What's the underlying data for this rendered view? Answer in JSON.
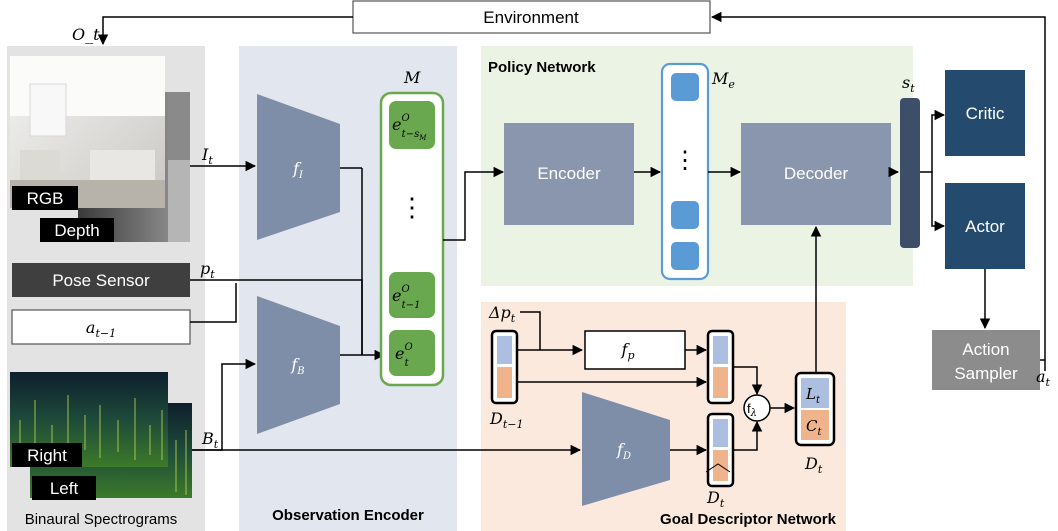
{
  "environment": {
    "label": "Environment"
  },
  "observation": {
    "o_t": "O_t",
    "rgb_label": "RGB",
    "depth_label": "Depth",
    "i_t": "I_t",
    "pose_sensor": "Pose Sensor",
    "p_t": "p_t",
    "a_t_minus_1": "a_{t−1}",
    "right_label": "Right",
    "left_label": "Left",
    "b_t": "B_t",
    "binaural_caption": "Binaural Spectrograms"
  },
  "observation_encoder": {
    "title": "Observation Encoder",
    "f_i": "f_I",
    "f_b": "f_B",
    "memory_label": "M",
    "e_top": "e^O_{t−s_M}",
    "dots": "⋮",
    "e_prev": "e^O_{t−1}",
    "e_cur": "e^O_t"
  },
  "policy_network": {
    "title": "Policy Network",
    "encoder": "Encoder",
    "decoder": "Decoder",
    "memory_label": "M_e",
    "dots": "⋮",
    "s_t": "s_t",
    "critic": "Critic",
    "actor": "Actor"
  },
  "action": {
    "sampler_line1": "Action",
    "sampler_line2": "Sampler",
    "a_t": "a_t"
  },
  "goal_descriptor_network": {
    "title": "Goal Descriptor Network",
    "delta_p_t": "Δp_t",
    "f_p": "f_p",
    "d_t_minus_1": "D_{t−1}",
    "f_d": "f_D",
    "f_lambda": "f_λ",
    "d_t_hat": "D_t (hat)",
    "l_t": "L_t",
    "c_t": "C_t",
    "d_t": "D_t"
  },
  "colors": {
    "obs_bg": "#e2e6ee",
    "sensor_bg": "#e3e3e3",
    "policy_bg": "#eaf3e4",
    "goal_bg": "#fce9de",
    "trapezoid": "#7e8ea8",
    "block": "#8996ad",
    "dark_block": "#244a6e",
    "memory_green": "#6aa84f",
    "memory_blue": "#5a9bd5",
    "location_blue": "#adbfe0",
    "category_orange": "#f0b48c",
    "pose_dark": "#3f3f3f",
    "sampler_gray": "#8c8c8c"
  }
}
